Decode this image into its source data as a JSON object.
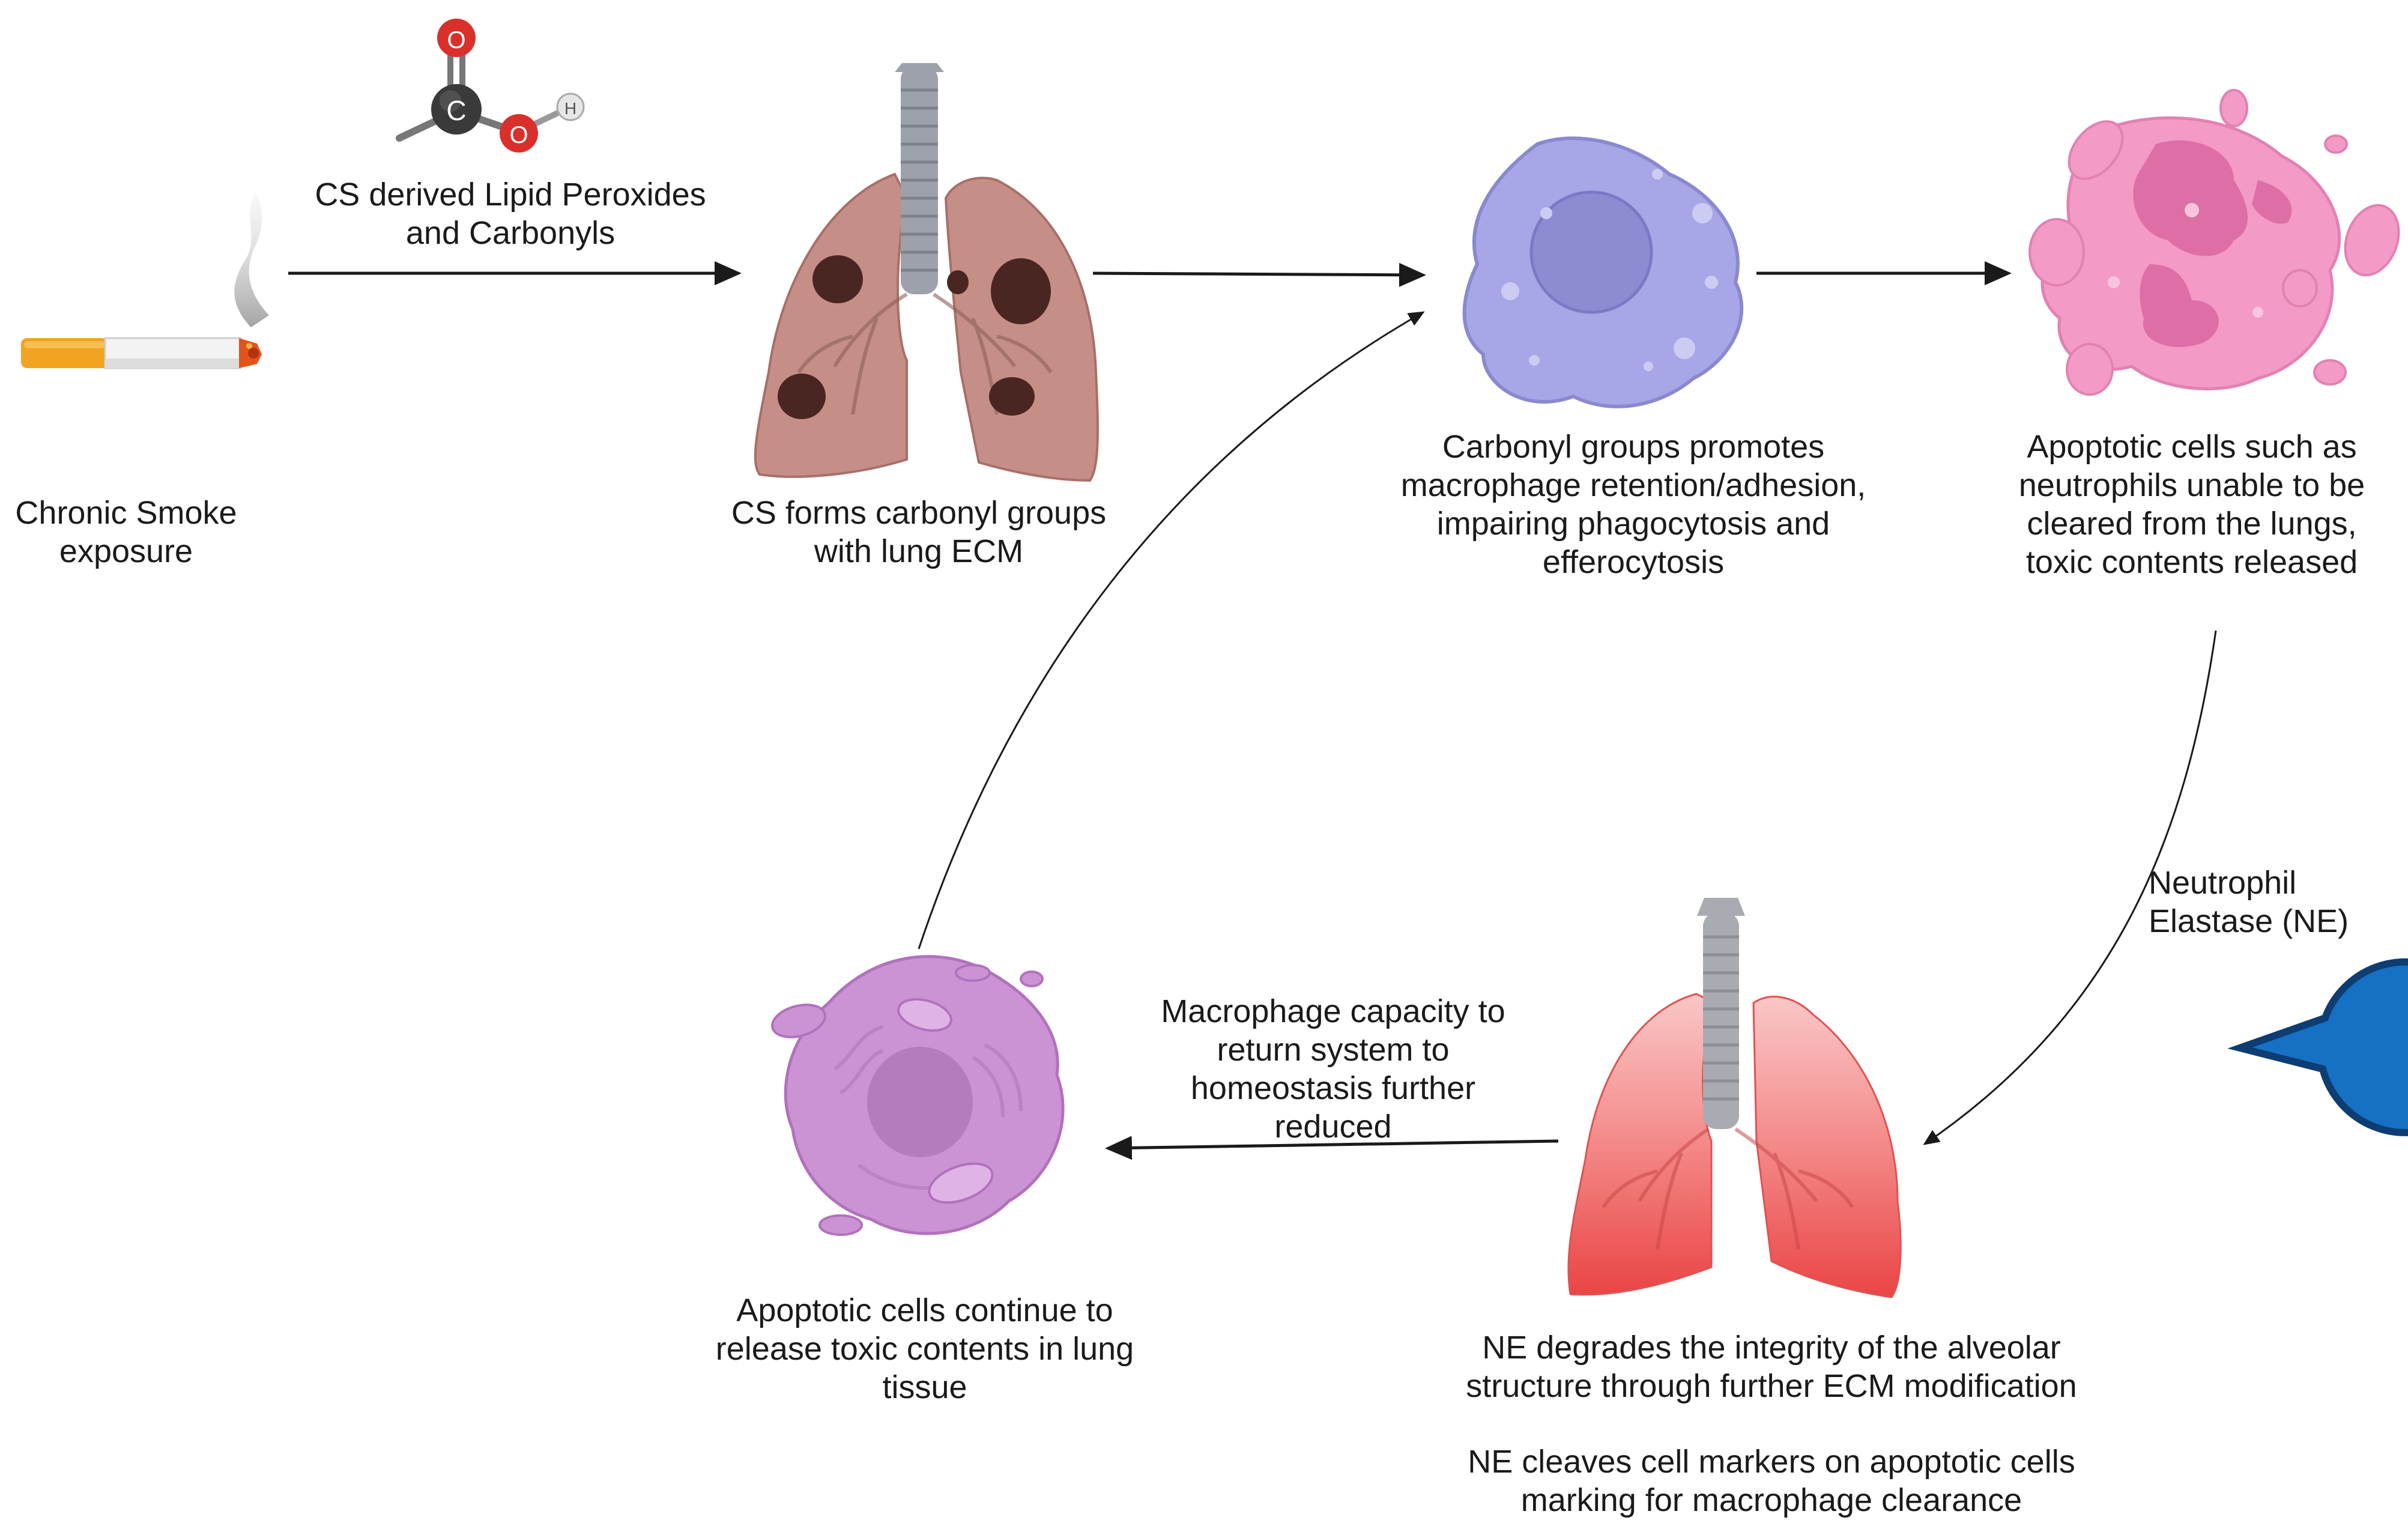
{
  "diagram": {
    "nodes": {
      "smoke": {
        "label": [
          "Chronic Smoke",
          "exposure"
        ],
        "icon": "cigarette-icon"
      },
      "lipid": {
        "label": [
          "CS derived Lipid Peroxides",
          "and Carbonyls"
        ],
        "icon": "carbonyl-molecule-icon",
        "atoms": {
          "carbon": "C",
          "oxygen_top": "O",
          "oxygen_right": "O",
          "hydrogen": "H"
        }
      },
      "lung1": {
        "label": [
          "CS forms carbonyl groups",
          "with lung ECM"
        ],
        "icon": "damaged-lung-icon"
      },
      "macrophage": {
        "label": [
          "Carbonyl groups promotes",
          "macrophage retention/adhesion,",
          "impairing phagocytosis and",
          "efferocytosis"
        ],
        "icon": "macrophage-icon"
      },
      "apoptotic": {
        "label": [
          "Apoptotic cells such as",
          "neutrophils unable to be",
          "cleared from the lungs,",
          "toxic contents released"
        ],
        "icon": "apoptotic-neutrophil-icon"
      },
      "ne": {
        "label": [
          "Neutrophil",
          "Elastase (NE)"
        ],
        "icon": "neutrophil-elastase-pacman-icon"
      },
      "lung2": {
        "label": [
          "NE degrades the integrity of the alveolar",
          "structure through further ECM modification"
        ],
        "label2": [
          "NE cleaves cell markers on apoptotic cells",
          "marking for macrophage clearance"
        ],
        "icon": "inflamed-lung-icon"
      },
      "capacity": {
        "label": [
          "Macrophage capacity to",
          "return system to",
          "homeostasis further",
          "reduced"
        ]
      },
      "apocell": {
        "label": [
          "Apoptotic cells continue to",
          "release toxic contents in lung",
          "tissue"
        ],
        "icon": "apoptotic-cell-icon"
      }
    },
    "edges": [
      {
        "from": "smoke",
        "to": "lung1"
      },
      {
        "from": "lung1",
        "to": "macrophage"
      },
      {
        "from": "macrophage",
        "to": "apoptotic"
      },
      {
        "from": "apoptotic",
        "to": "lung2"
      },
      {
        "from": "lung2",
        "to": "apocell"
      },
      {
        "from": "apocell",
        "to": "macrophage"
      }
    ],
    "colors": {
      "arrow": "#1a1a1a",
      "lung_damaged": "#c58e86",
      "lung_inflamed": "#ef5f5f",
      "macrophage": "#a7a6e6",
      "apoptotic_neutrophil": "#f39ac6",
      "elastase": "#1670c4",
      "apoptotic_cell": "#cc93d4",
      "trachea": "#9da1ab"
    }
  }
}
